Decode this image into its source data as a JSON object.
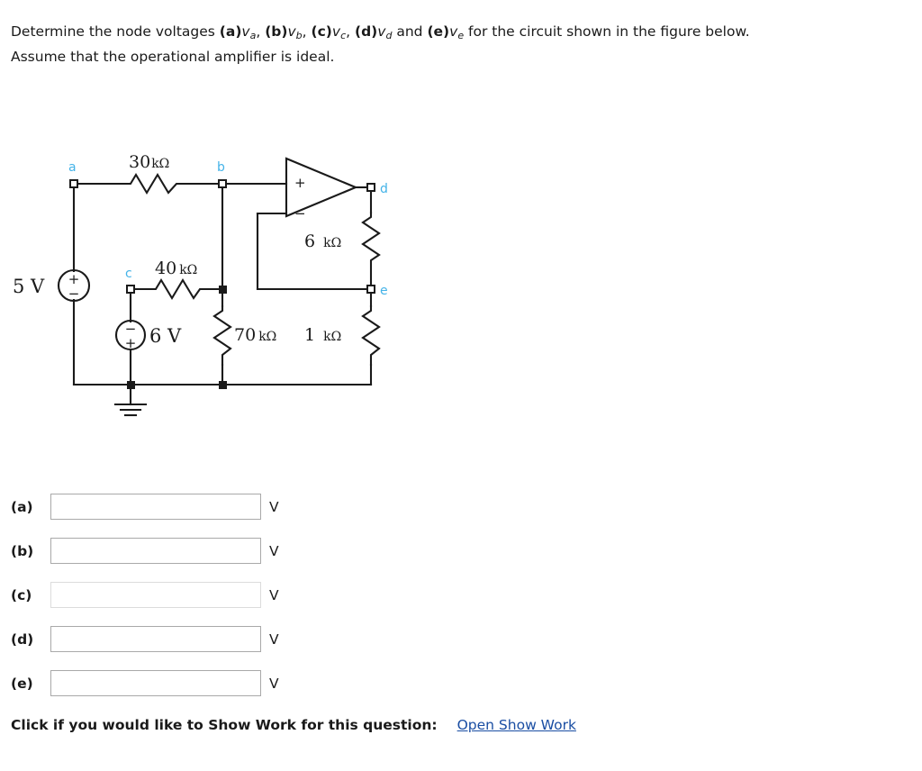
{
  "question": {
    "line1_pre": "Determine the node voltages ",
    "parts": [
      {
        "tag": "(a)",
        "sym": "v",
        "sub": "a",
        "sep": ", "
      },
      {
        "tag": "(b)",
        "sym": "v",
        "sub": "b",
        "sep": ", "
      },
      {
        "tag": "(c)",
        "sym": "v",
        "sub": "c",
        "sep": ", "
      },
      {
        "tag": "(d)",
        "sym": "v",
        "sub": "d",
        "sep": " and "
      },
      {
        "tag": "(e)",
        "sym": "v",
        "sub": "e",
        "sep": ""
      }
    ],
    "line1_post": " for the circuit shown in the figure below.",
    "line2": "Assume that the operational amplifier is ideal."
  },
  "circuit": {
    "node_label_color": "#44b3e8",
    "wire_color": "#1a1a1a",
    "nodes": [
      {
        "id": "a",
        "label": "a"
      },
      {
        "id": "b",
        "label": "b"
      },
      {
        "id": "c",
        "label": "c"
      },
      {
        "id": "d",
        "label": "d"
      },
      {
        "id": "e",
        "label": "e"
      }
    ],
    "sources": [
      {
        "id": "source-5v",
        "label": "5 V",
        "top_sign": "+",
        "bottom_sign": "−"
      },
      {
        "id": "source-6v",
        "label": "6 V",
        "top_sign": "−",
        "bottom_sign": "+"
      }
    ],
    "resistors": [
      {
        "id": "r-30k",
        "value": "30",
        "unit": "kΩ",
        "orientation": "horizontal"
      },
      {
        "id": "r-40k",
        "value": "40",
        "unit": "kΩ",
        "orientation": "horizontal"
      },
      {
        "id": "r-70k",
        "value": "70",
        "unit": "kΩ",
        "orientation": "vertical"
      },
      {
        "id": "r-6k",
        "value": "6",
        "unit": "kΩ",
        "orientation": "vertical"
      },
      {
        "id": "r-1k",
        "value": "1",
        "unit": "kΩ",
        "orientation": "vertical"
      }
    ],
    "opamp": {
      "plus": "+",
      "minus": "−"
    }
  },
  "answers": [
    {
      "label": "(a)",
      "value": "",
      "unit": "V",
      "focused": false
    },
    {
      "label": "(b)",
      "value": "",
      "unit": "V",
      "focused": false
    },
    {
      "label": "(c)",
      "value": "",
      "unit": "V",
      "focused": true
    },
    {
      "label": "(d)",
      "value": "",
      "unit": "V",
      "focused": false
    },
    {
      "label": "(e)",
      "value": "",
      "unit": "V",
      "focused": false
    }
  ],
  "show_work": {
    "prompt": "Click if you would like to Show Work for this question:",
    "link": "Open Show Work"
  }
}
